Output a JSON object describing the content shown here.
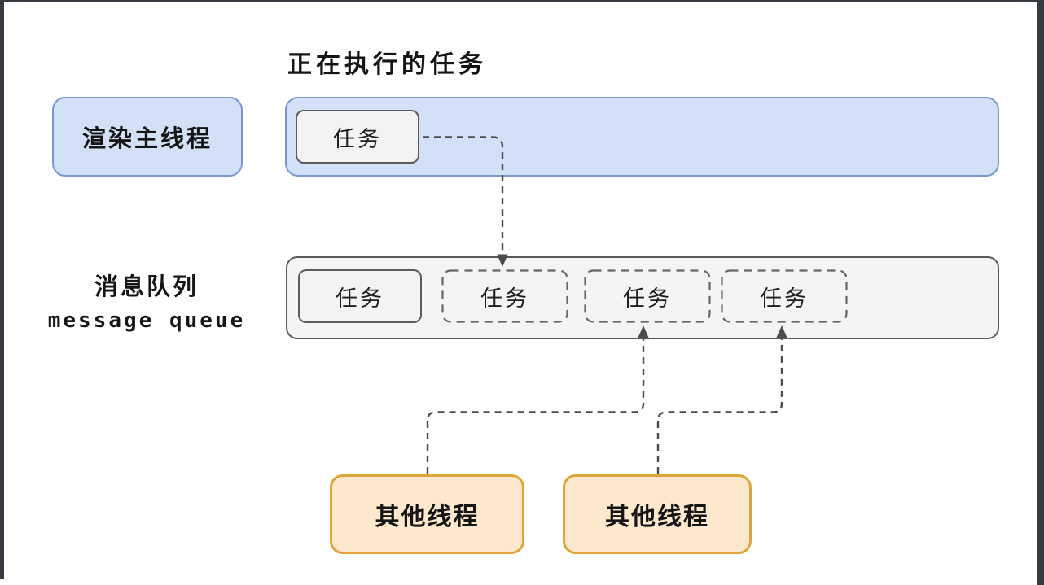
{
  "colors": {
    "frame": "#363b41",
    "canvas": "#ffffff",
    "text": "#151515",
    "blue_fill": "#d3e1f8",
    "blue_border": "#7b97cf",
    "task_fill": "#f3f3f3",
    "task_border": "#5c5c5c",
    "queue_fill": "#f4f4f3",
    "queue_border": "#5a5a5a",
    "dashed_border": "#666666",
    "orange_fill": "#fce8cd",
    "orange_border": "#e0a437",
    "arrow": "#4c4c4c"
  },
  "diagram": {
    "executing_task_label": "正在执行的任务",
    "render_main_thread": {
      "label": "渲染主线程"
    },
    "main_thread_bar": {
      "current_task_label": "任务"
    },
    "message_queue": {
      "label_cn": "消息队列",
      "label_en": "message queue",
      "tasks": [
        {
          "label": "任务",
          "border": "solid"
        },
        {
          "label": "任务",
          "border": "dashed"
        },
        {
          "label": "任务",
          "border": "dashed"
        },
        {
          "label": "任务",
          "border": "dashed"
        }
      ]
    },
    "other_threads": [
      {
        "label": "其他线程"
      },
      {
        "label": "其他线程"
      }
    ]
  }
}
